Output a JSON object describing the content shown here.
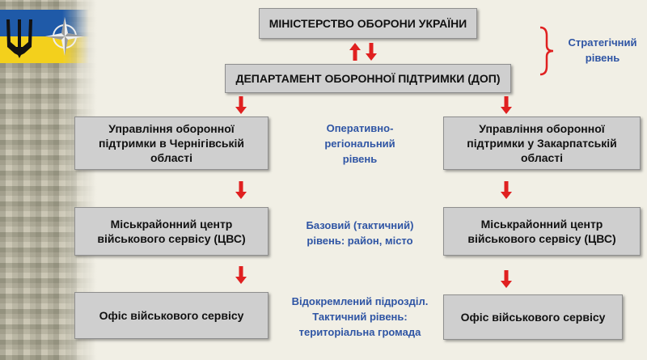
{
  "boxes": {
    "ministry": "МІНІСТЕРСТВО ОБОРОНИ УКРАЇНИ",
    "department": "ДЕПАРТАМЕНТ ОБОРОННОЇ ПІДТРИМКИ (ДОП)",
    "left_regional": "Управління оборонної підтримки в Чернігівській області",
    "right_regional": "Управління оборонної підтримки у Закарпатській області",
    "left_center": "Міськрайонний центр військового сервісу (ЦВС)",
    "right_center": "Міськрайонний центр військового сервісу (ЦВС)",
    "left_office": "Офіс військового сервісу",
    "right_office": "Офіс військового сервісу"
  },
  "levels": {
    "strategic": [
      "Стратегічний",
      "рівень"
    ],
    "operational": [
      "Оперативно-",
      "регіональний",
      "рівень"
    ],
    "basic": [
      "Базовий (тактичний)",
      "рівень: район, місто"
    ],
    "detached": [
      "Відокремлений підрозділ.",
      "Тактичний рівень:",
      "територіальна громада"
    ]
  },
  "colors": {
    "arrow": "#e02020",
    "level_text": "#2f55a4",
    "box_fill": "#cfcfcf",
    "flag_blue": "#1f5aa8",
    "flag_yellow": "#f3d01c"
  },
  "icons": [
    "trident-icon",
    "nato-compass-icon"
  ]
}
